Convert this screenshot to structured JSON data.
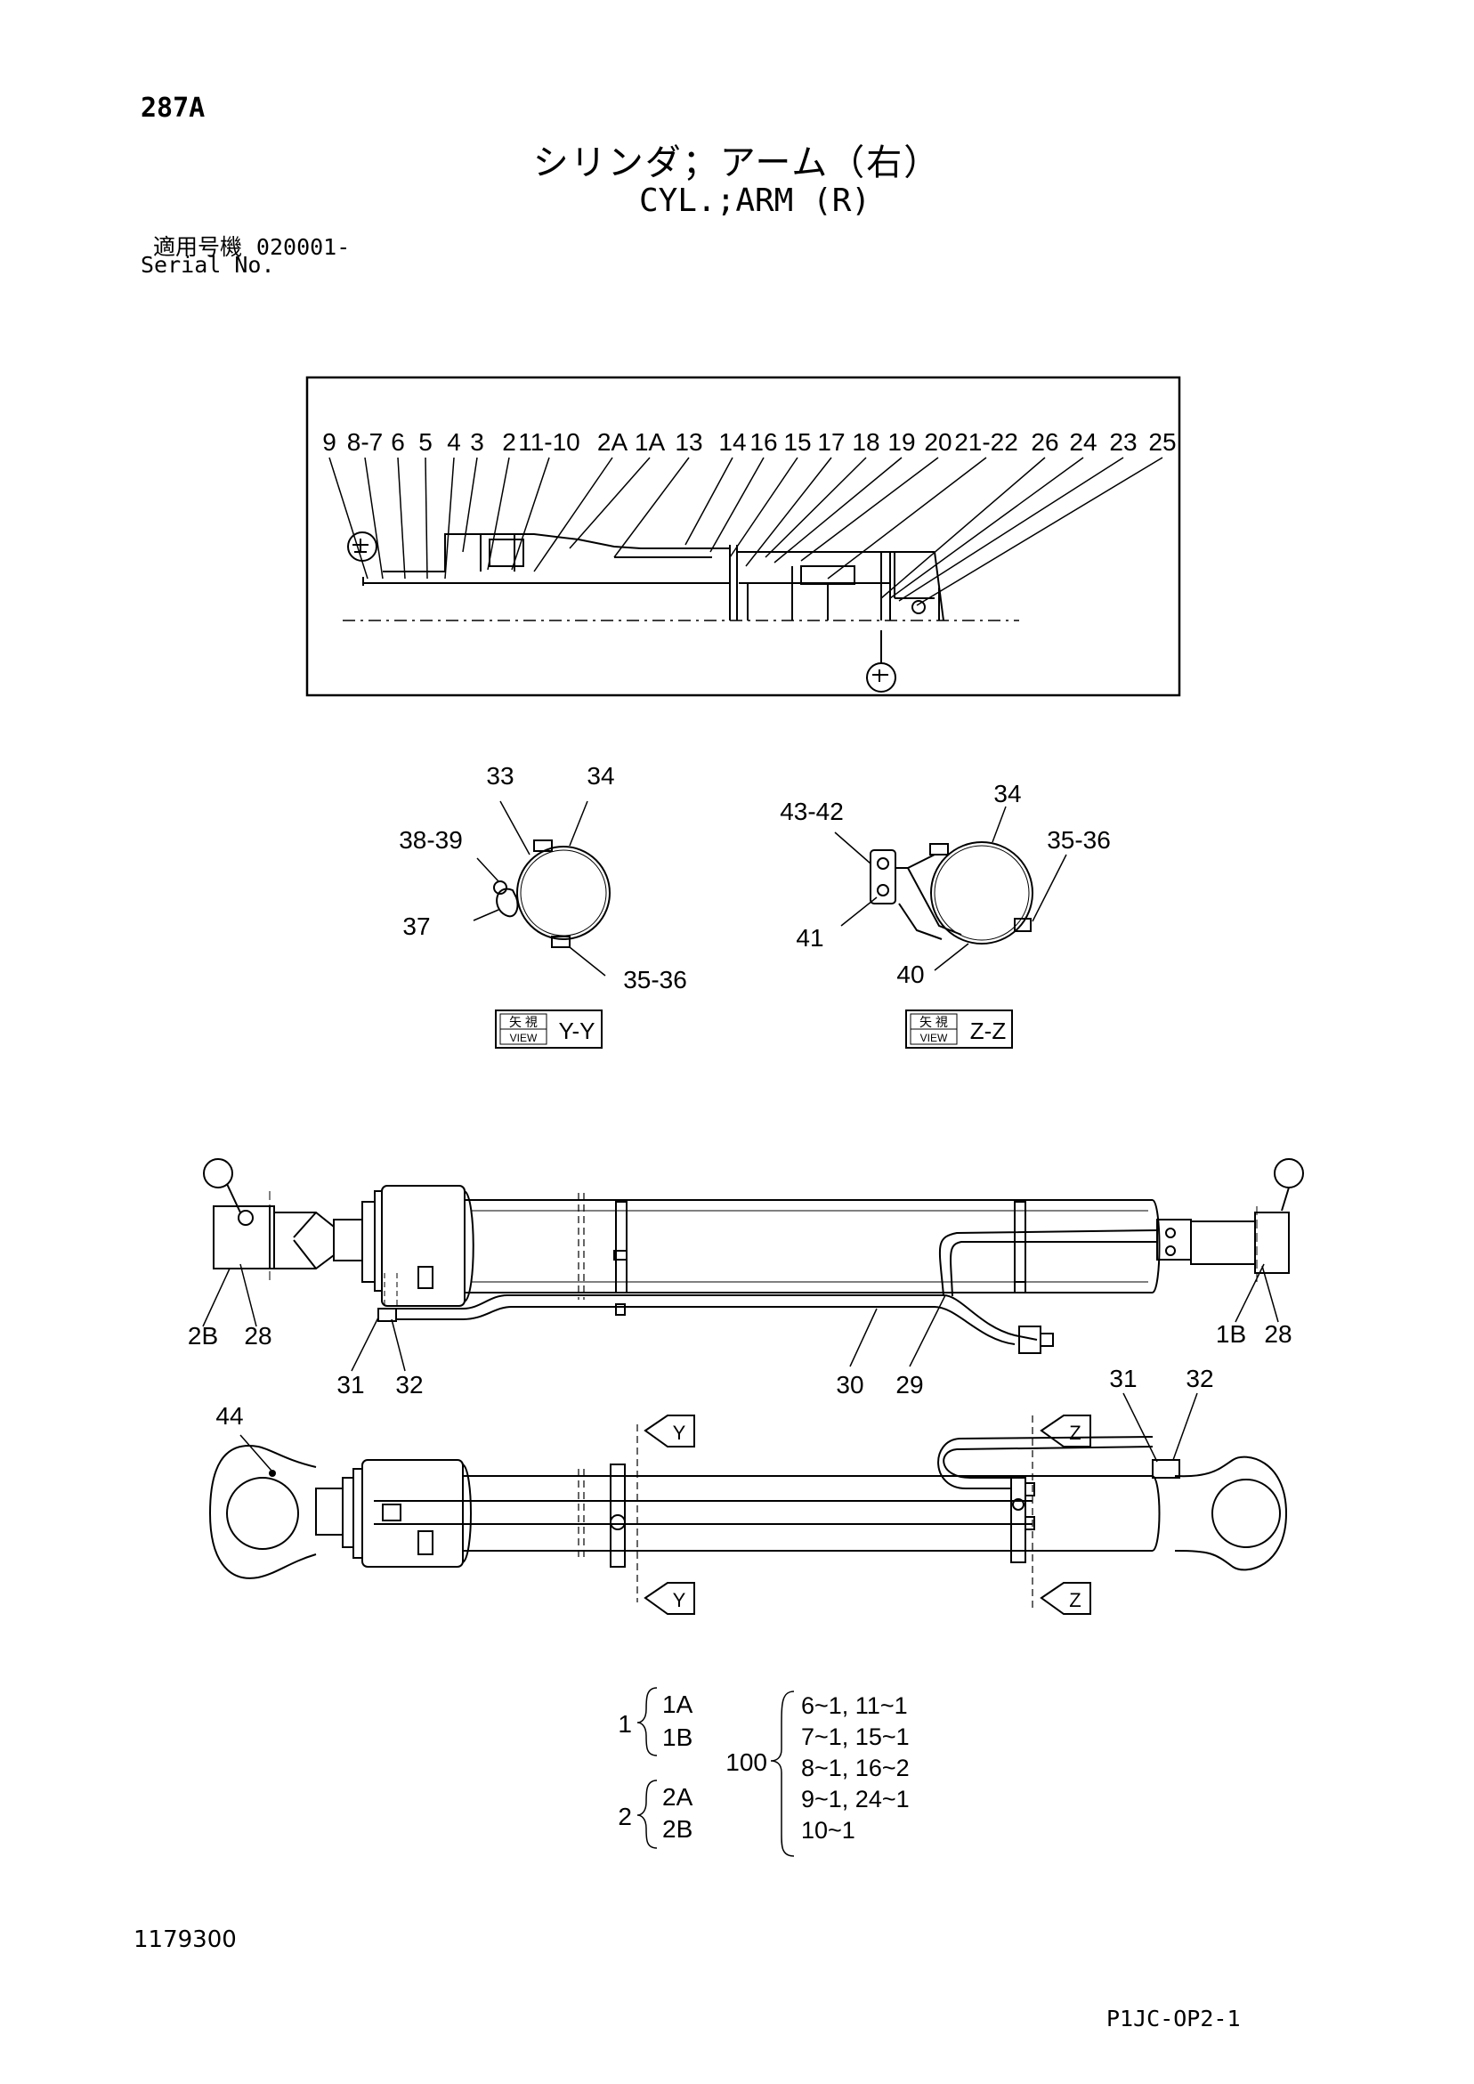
{
  "header": {
    "page_code": "287A",
    "title_jp": "シリンダ；アーム（右）",
    "title_en": "CYL.;ARM (R)",
    "serial_label_jp": "適用号機",
    "serial_value": "020001-",
    "serial_label_en": "Serial No."
  },
  "section_callouts": [
    "9",
    "8-7",
    "6",
    "5",
    "4",
    "3",
    "2",
    "11-10",
    "2A",
    "1A",
    "13",
    "14",
    "16",
    "15",
    "17",
    "18",
    "19",
    "20",
    "21-22",
    "26",
    "24",
    "23",
    "25"
  ],
  "view_y": {
    "labels": {
      "top_left": "33",
      "top_right": "34",
      "left_upper": "38-39",
      "left_lower": "37",
      "bottom_right": "35-36"
    },
    "badge_top": "矢 視",
    "badge_bottom": "VIEW",
    "view_name": "Y-Y"
  },
  "view_z": {
    "labels": {
      "top_left": "43-42",
      "top_right": "34",
      "right": "35-36",
      "left": "41",
      "bottom": "40"
    },
    "badge_top": "矢 視",
    "badge_bottom": "VIEW",
    "view_name": "Z-Z"
  },
  "side_view_labels": {
    "left_a": "2B",
    "left_b": "28",
    "bottom_a": "31",
    "bottom_b": "32",
    "bottom_c": "30",
    "bottom_d": "29",
    "right_a": "1B",
    "right_b": "28"
  },
  "top_view_labels": {
    "top_left": "44",
    "top_right_a": "31",
    "top_right_b": "32",
    "arrow_y": "Y",
    "arrow_z": "Z"
  },
  "assemblies": {
    "a1": {
      "id": "1",
      "parts": [
        "1A",
        "1B"
      ]
    },
    "a2": {
      "id": "2",
      "parts": [
        "2A",
        "2B"
      ]
    },
    "a100": {
      "id": "100",
      "parts": [
        "6~1, 11~1",
        "7~1, 15~1",
        "8~1, 16~2",
        "9~1, 24~1",
        "10~1"
      ]
    }
  },
  "footer": {
    "doc_number": "1179300",
    "page_ref": "P1JC-OP2-1"
  }
}
